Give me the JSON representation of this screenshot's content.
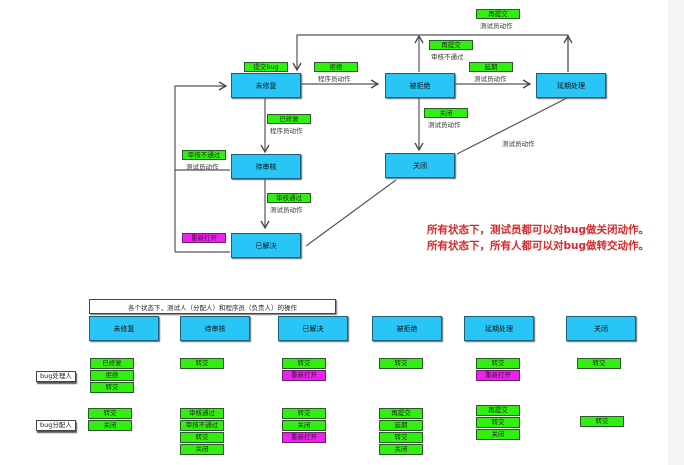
{
  "flow": {
    "states": {
      "unfixed": "未修复",
      "pending_review": "待审核",
      "resolved": "已解决",
      "rejected": "被拒绝",
      "deferred": "延期处理",
      "closed": "关闭"
    },
    "transitions": {
      "submit_bug": {
        "action": "提交bug"
      },
      "reject": {
        "action": "拒绝",
        "actor": "程序员动作"
      },
      "fixed": {
        "action": "已修复",
        "actor": "程序员动作"
      },
      "review_fail": {
        "action": "审核不通过",
        "actor": "测试员动作"
      },
      "review_pass": {
        "action": "审核通过",
        "actor": "测试员动作"
      },
      "reopen": {
        "action": "重新打开"
      },
      "resubmit_top": {
        "action": "再提交",
        "actor": "测试员动作"
      },
      "resubmit_rejected": {
        "action": "再提交",
        "actor": "审核不通过"
      },
      "defer": {
        "action": "延期",
        "actor": "测试员动作"
      },
      "close": {
        "action": "关闭",
        "actor": "测试员动作"
      },
      "deferred_to_closed": {
        "actor": "测试员动作"
      }
    },
    "notes": [
      "所有状态下，测试员都可以对bug做关闭动作。",
      "所有状态下，所有人都可以对bug做转交动作。"
    ]
  },
  "table": {
    "title": "各个状态下，测试人（分配人）和程序员（负责人）的操作",
    "columns": [
      "未修复",
      "待审核",
      "已解决",
      "被拒绝",
      "延期处理",
      "关闭"
    ],
    "roles": [
      "bug处理人",
      "bug分配人"
    ],
    "handler_actions": [
      [
        {
          "label": "已修复",
          "color": "green"
        },
        {
          "label": "拒绝",
          "color": "green"
        },
        {
          "label": "转交",
          "color": "green"
        }
      ],
      [
        {
          "label": "转交",
          "color": "green"
        }
      ],
      [
        {
          "label": "转交",
          "color": "green"
        },
        {
          "label": "重新打开",
          "color": "magenta"
        }
      ],
      [
        {
          "label": "转交",
          "color": "green"
        }
      ],
      [
        {
          "label": "转交",
          "color": "green"
        },
        {
          "label": "重新打开",
          "color": "magenta"
        }
      ],
      [
        {
          "label": "转交",
          "color": "green"
        }
      ]
    ],
    "assigner_actions": [
      [
        {
          "label": "转交",
          "color": "green"
        },
        {
          "label": "关闭",
          "color": "green"
        }
      ],
      [
        {
          "label": "审核通过",
          "color": "green"
        },
        {
          "label": "审核不通过",
          "color": "green"
        },
        {
          "label": "转交",
          "color": "green"
        },
        {
          "label": "关闭",
          "color": "green"
        }
      ],
      [
        {
          "label": "转交",
          "color": "green"
        },
        {
          "label": "关闭",
          "color": "green"
        },
        {
          "label": "重新打开",
          "color": "magenta"
        }
      ],
      [
        {
          "label": "再提交",
          "color": "green"
        },
        {
          "label": "延期",
          "color": "green"
        },
        {
          "label": "转交",
          "color": "green"
        },
        {
          "label": "关闭",
          "color": "green"
        }
      ],
      [
        {
          "label": "再提交",
          "color": "green"
        },
        {
          "label": "转交",
          "color": "green"
        },
        {
          "label": "关闭",
          "color": "green"
        }
      ],
      [
        {
          "label": "转交",
          "color": "green"
        }
      ]
    ]
  },
  "colors": {
    "state_fill": "#29c5f6",
    "action_green": "#33ee11",
    "action_magenta": "#ee22ee",
    "note_red": "#d42a2a"
  }
}
